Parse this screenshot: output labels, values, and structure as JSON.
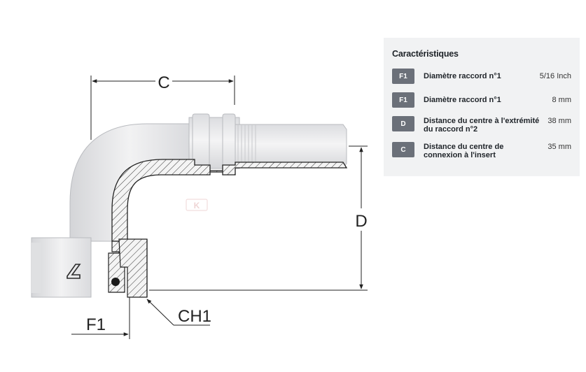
{
  "drawing": {
    "dimension_labels": {
      "c": "C",
      "d": "D",
      "f1": "F1",
      "ch1": "CH1"
    },
    "logo_letter": "K"
  },
  "specs": {
    "title": "Caractéristiques",
    "rows": [
      {
        "code": "F1",
        "label": "Diamètre raccord n°1",
        "value": "5/16 Inch"
      },
      {
        "code": "F1",
        "label": "Diamètre raccord n°1",
        "value": "8 mm"
      },
      {
        "code": "D",
        "label": "Distance du centre à l'extrémité du raccord n°2",
        "value": "38 mm"
      },
      {
        "code": "C",
        "label": "Distance du centre de connexion à l'insert",
        "value": "35 mm"
      }
    ]
  },
  "colors": {
    "badge": "#6b7079",
    "panel": "#f1f2f3",
    "fitting": "#e8e9eb",
    "section": "#f3f3f3"
  }
}
